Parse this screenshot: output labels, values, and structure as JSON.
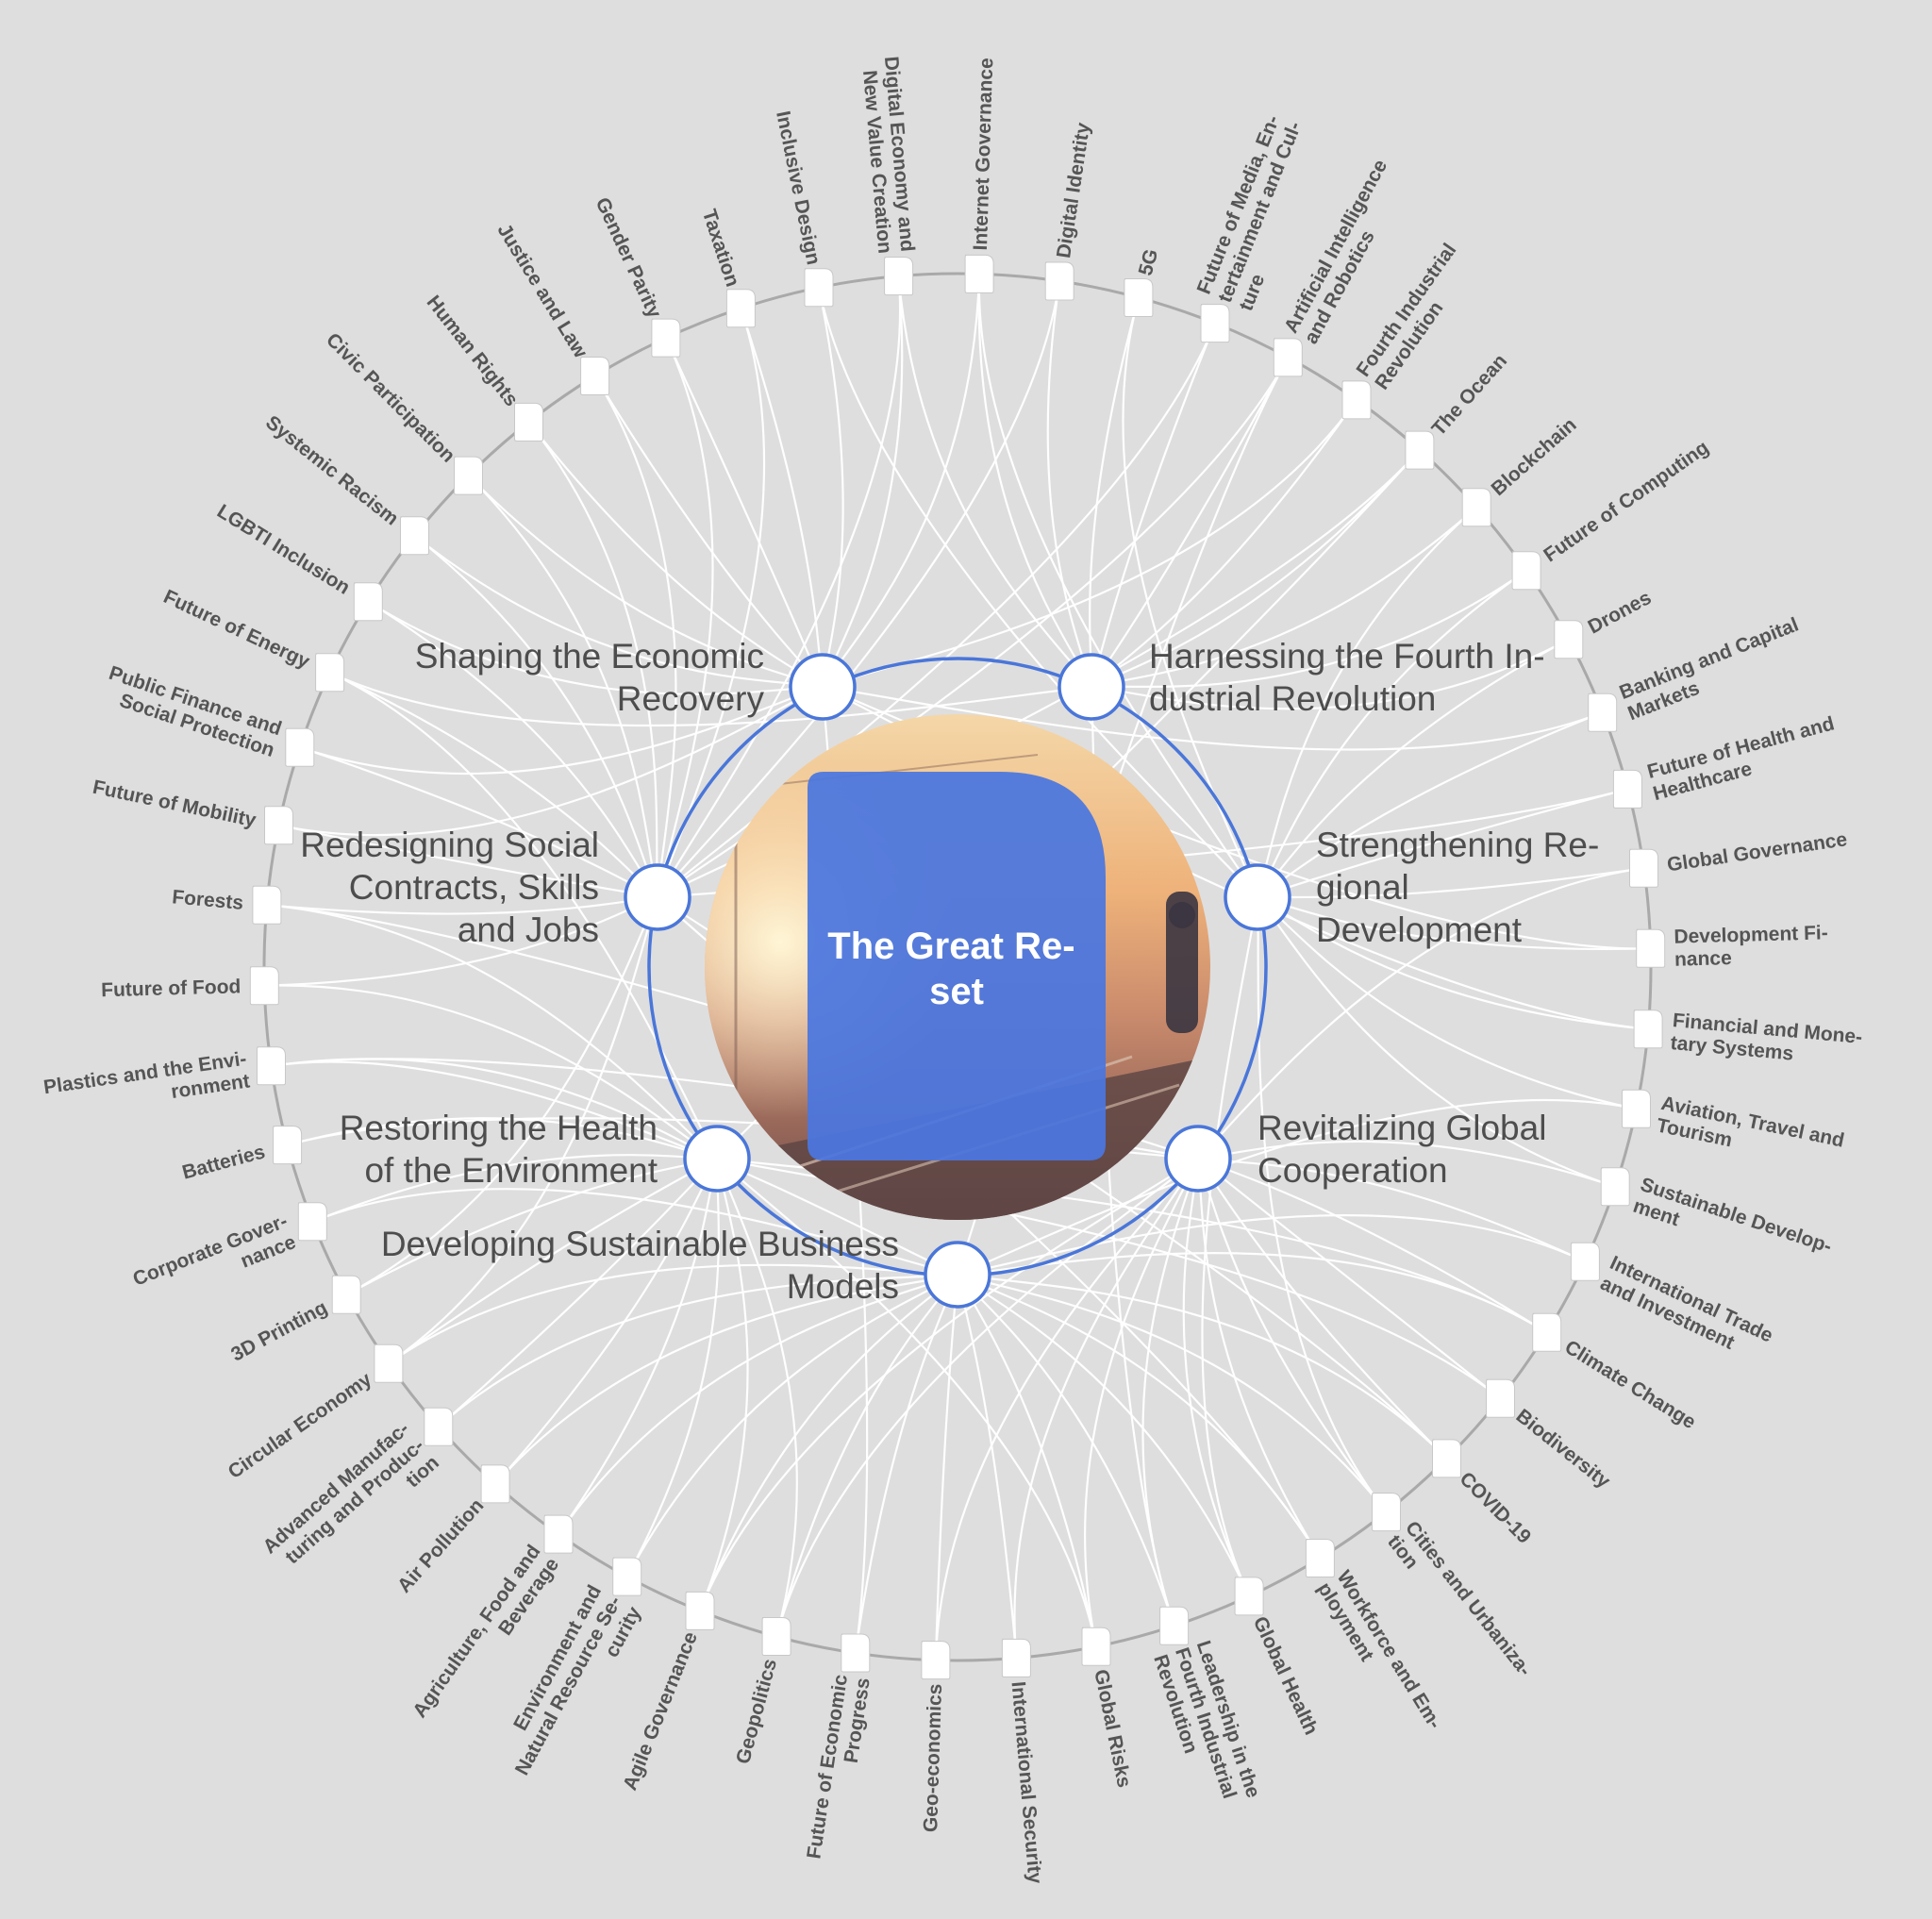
{
  "center": {
    "title_lines": [
      "The Great Re-",
      "set"
    ]
  },
  "themes": [
    {
      "id": "economic",
      "lines": [
        "Shaping the Economic",
        "Recovery"
      ],
      "align": "end"
    },
    {
      "id": "fourth",
      "lines": [
        "Harnessing the Fourth In-",
        "dustrial Revolution"
      ],
      "align": "start"
    },
    {
      "id": "regional",
      "lines": [
        "Strengthening Re-",
        "gional",
        "Development"
      ],
      "align": "start"
    },
    {
      "id": "global",
      "lines": [
        "Revitalizing Global",
        "Cooperation"
      ],
      "align": "start"
    },
    {
      "id": "business",
      "lines": [
        "Developing Sustainable Business",
        "Models"
      ],
      "align": "end"
    },
    {
      "id": "environment",
      "lines": [
        "Restoring the Health",
        "of the Environment"
      ],
      "align": "end"
    },
    {
      "id": "social",
      "lines": [
        "Redesigning Social",
        "Contracts, Skills",
        "and Jobs"
      ],
      "align": "end"
    }
  ],
  "topics": [
    {
      "lines": [
        "Internet Governance"
      ],
      "links": [
        "fourth",
        "economic",
        "regional"
      ]
    },
    {
      "lines": [
        "Digital Identity"
      ],
      "links": [
        "fourth",
        "social"
      ]
    },
    {
      "lines": [
        "5G"
      ],
      "links": [
        "fourth",
        "regional"
      ]
    },
    {
      "lines": [
        "Future of Media, En-",
        "tertainment and Cul-",
        "ture"
      ],
      "links": [
        "fourth",
        "social"
      ]
    },
    {
      "lines": [
        "Artificial Intelligence",
        "and Robotics"
      ],
      "links": [
        "fourth",
        "social",
        "business"
      ]
    },
    {
      "lines": [
        "Fourth Industrial",
        "Revolution"
      ],
      "links": [
        "fourth",
        "economic"
      ]
    },
    {
      "lines": [
        "The Ocean"
      ],
      "links": [
        "fourth",
        "environment",
        "social"
      ]
    },
    {
      "lines": [
        "Blockchain"
      ],
      "links": [
        "fourth",
        "regional"
      ]
    },
    {
      "lines": [
        "Future of Computing"
      ],
      "links": [
        "fourth",
        "regional"
      ]
    },
    {
      "lines": [
        "Drones"
      ],
      "links": [
        "regional",
        "fourth"
      ]
    },
    {
      "lines": [
        "Banking and Capital",
        "Markets"
      ],
      "links": [
        "regional",
        "economic"
      ]
    },
    {
      "lines": [
        "Future of Health and",
        "Healthcare"
      ],
      "links": [
        "regional",
        "social"
      ]
    },
    {
      "lines": [
        "Global Governance"
      ],
      "links": [
        "regional",
        "global"
      ]
    },
    {
      "lines": [
        "Development Fi-",
        "nance"
      ],
      "links": [
        "regional",
        "economic"
      ]
    },
    {
      "lines": [
        "Financial and Mone-",
        "tary Systems"
      ],
      "links": [
        "regional",
        "economic"
      ]
    },
    {
      "lines": [
        "Aviation, Travel and",
        "Tourism"
      ],
      "links": [
        "regional",
        "business"
      ]
    },
    {
      "lines": [
        "Sustainable Develop-",
        "ment"
      ],
      "links": [
        "global",
        "regional"
      ]
    },
    {
      "lines": [
        "International Trade",
        "and Investment"
      ],
      "links": [
        "global",
        "business"
      ]
    },
    {
      "lines": [
        "Climate Change"
      ],
      "links": [
        "global",
        "environment",
        "business"
      ]
    },
    {
      "lines": [
        "Biodiversity"
      ],
      "links": [
        "global",
        "environment"
      ]
    },
    {
      "lines": [
        "COVID-19"
      ],
      "links": [
        "global",
        "business",
        "social"
      ]
    },
    {
      "lines": [
        "Cities and Urbaniza-",
        "tion"
      ],
      "links": [
        "global",
        "regional",
        "business"
      ]
    },
    {
      "lines": [
        "Workforce and Em-",
        "ployment"
      ],
      "links": [
        "global",
        "business",
        "social"
      ]
    },
    {
      "lines": [
        "Global Health"
      ],
      "links": [
        "global",
        "business",
        "regional"
      ]
    },
    {
      "lines": [
        "Leadership in the",
        "Fourth Industrial",
        "Revolution"
      ],
      "links": [
        "business",
        "fourth",
        "global"
      ]
    },
    {
      "lines": [
        "Global Risks"
      ],
      "links": [
        "business",
        "global",
        "environment"
      ]
    },
    {
      "lines": [
        "International Security"
      ],
      "links": [
        "business",
        "global"
      ]
    },
    {
      "lines": [
        "Geo-economics"
      ],
      "links": [
        "business",
        "global"
      ]
    },
    {
      "lines": [
        "Future of Economic",
        "Progress"
      ],
      "links": [
        "business",
        "economic"
      ]
    },
    {
      "lines": [
        "Geopolitics"
      ],
      "links": [
        "business",
        "global",
        "environment"
      ]
    },
    {
      "lines": [
        "Agile Governance"
      ],
      "links": [
        "business",
        "environment",
        "global"
      ]
    },
    {
      "lines": [
        "Environment and",
        "Natural Resource Se-",
        "curity"
      ],
      "links": [
        "business",
        "environment"
      ]
    },
    {
      "lines": [
        "Agriculture, Food and",
        "Beverage"
      ],
      "links": [
        "business",
        "environment"
      ]
    },
    {
      "lines": [
        "Air Pollution"
      ],
      "links": [
        "environment",
        "business"
      ]
    },
    {
      "lines": [
        "Advanced Manufac-",
        "turing and Produc-",
        "tion"
      ],
      "links": [
        "environment",
        "business"
      ]
    },
    {
      "lines": [
        "Circular Economy"
      ],
      "links": [
        "environment",
        "business",
        "social"
      ]
    },
    {
      "lines": [
        "3D Printing"
      ],
      "links": [
        "environment",
        "social"
      ]
    },
    {
      "lines": [
        "Corporate Gover-",
        "nance"
      ],
      "links": [
        "environment",
        "business"
      ]
    },
    {
      "lines": [
        "Batteries"
      ],
      "links": [
        "environment",
        "global"
      ]
    },
    {
      "lines": [
        "Plastics and the Envi-",
        "ronment"
      ],
      "links": [
        "environment",
        "business",
        "global"
      ]
    },
    {
      "lines": [
        "Future of Food"
      ],
      "links": [
        "environment",
        "social"
      ]
    },
    {
      "lines": [
        "Forests"
      ],
      "links": [
        "environment",
        "social",
        "global"
      ]
    },
    {
      "lines": [
        "Future of Mobility"
      ],
      "links": [
        "social",
        "economic"
      ]
    },
    {
      "lines": [
        "Public Finance and",
        "Social Protection"
      ],
      "links": [
        "social",
        "economic"
      ]
    },
    {
      "lines": [
        "Future of Energy"
      ],
      "links": [
        "social",
        "environment",
        "fourth"
      ]
    },
    {
      "lines": [
        "LGBTI Inclusion"
      ],
      "links": [
        "social",
        "economic"
      ]
    },
    {
      "lines": [
        "Systemic Racism"
      ],
      "links": [
        "social",
        "economic"
      ]
    },
    {
      "lines": [
        "Civic Participation"
      ],
      "links": [
        "social",
        "economic"
      ]
    },
    {
      "lines": [
        "Human Rights"
      ],
      "links": [
        "social",
        "economic"
      ]
    },
    {
      "lines": [
        "Justice and Law"
      ],
      "links": [
        "economic",
        "social"
      ]
    },
    {
      "lines": [
        "Gender Parity"
      ],
      "links": [
        "economic",
        "social"
      ]
    },
    {
      "lines": [
        "Taxation"
      ],
      "links": [
        "economic",
        "social"
      ]
    },
    {
      "lines": [
        "Inclusive Design"
      ],
      "links": [
        "economic",
        "regional"
      ]
    },
    {
      "lines": [
        "Digital Economy and",
        "New Value Creation"
      ],
      "links": [
        "economic",
        "fourth",
        "social"
      ]
    }
  ]
}
